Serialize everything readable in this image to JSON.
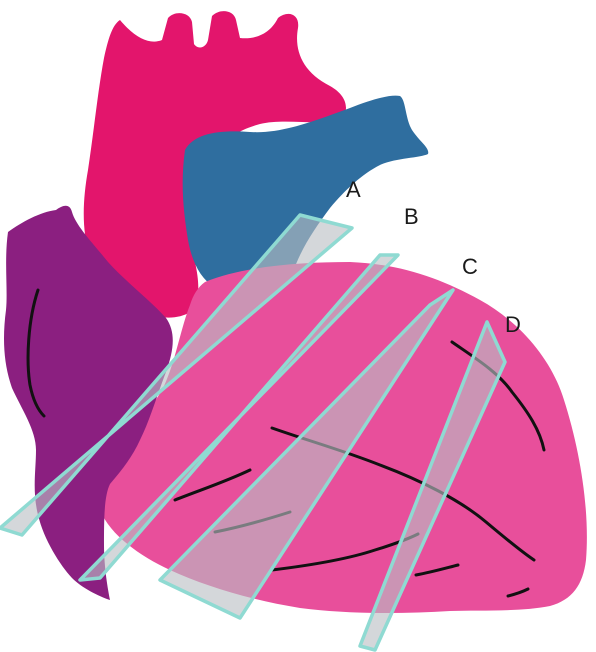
{
  "colors": {
    "aorta": "#e3156c",
    "pulmonary": "#2f6e9f",
    "right_atrium": "#8b1f80",
    "ventricles": "#e84f9b",
    "vessels": "#111111",
    "plane_fill": "#b9bfc4",
    "plane_edge": "#8fdad2"
  },
  "section_planes": [
    {
      "id": "A",
      "label": "A"
    },
    {
      "id": "B",
      "label": "B"
    },
    {
      "id": "C",
      "label": "C"
    },
    {
      "id": "D",
      "label": "D"
    }
  ]
}
